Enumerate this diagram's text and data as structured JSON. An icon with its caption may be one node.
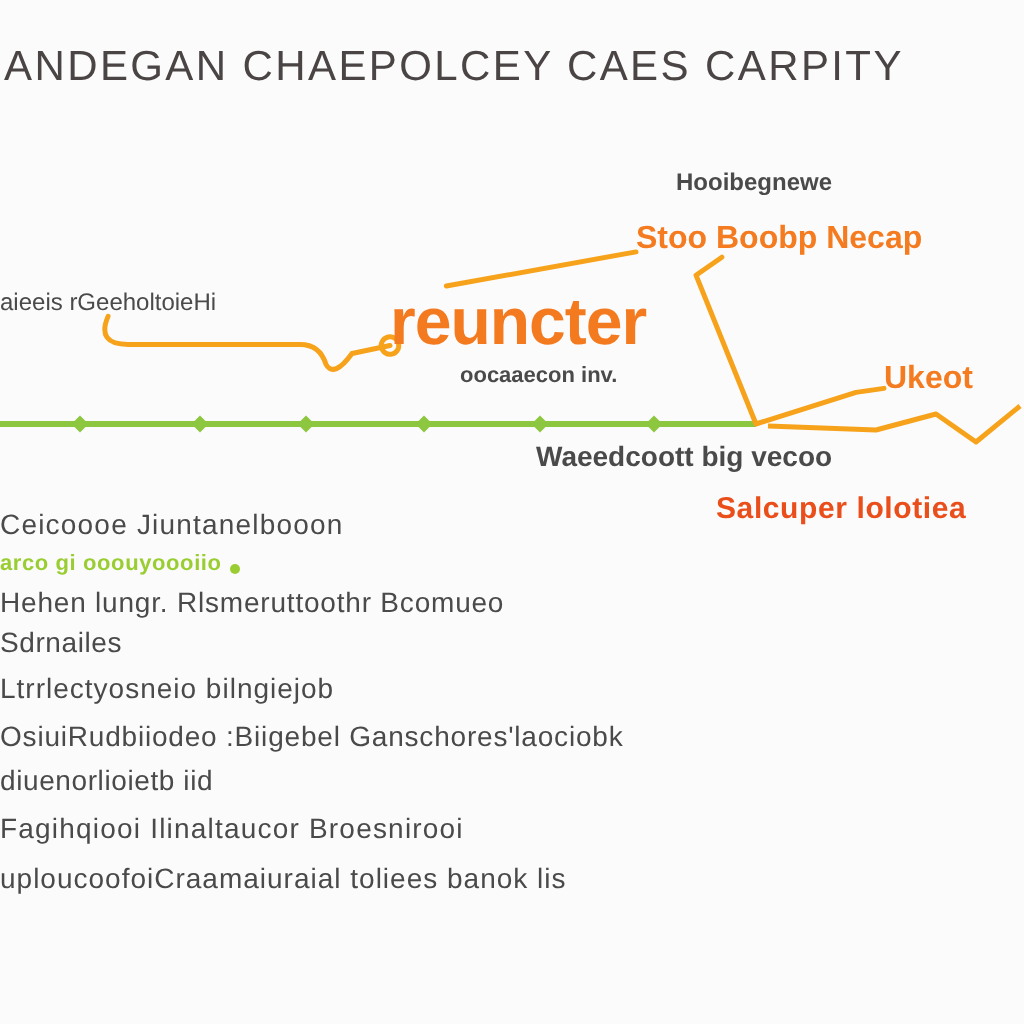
{
  "diagram": {
    "title": "ANDEGAN CHAEPOLCEY CAES CARPITY",
    "nodes": [
      {
        "text": [
          "aieeis rGeeholtoieHi"
        ]
      },
      {
        "text": [
          "reuncter"
        ],
        "beside": [
          "oocaaecon inv."
        ]
      },
      {
        "text": [
          "Stoo Boobp Necap"
        ],
        "beside": [
          "Hooibegnewe"
        ]
      },
      {
        "text": [
          "Ukeot"
        ]
      }
    ],
    "edges": [
      {
        "from": 0,
        "to": 1,
        "arrow": "other"
      },
      {
        "from": 1,
        "to": 2,
        "arrow": "none"
      },
      {
        "from": 2,
        "to": 3,
        "arrow": "none"
      }
    ],
    "labels": [
      "Waeedcoott big vecoo",
      "Salcuper lolotiea",
      "Ceicoooe Jiuntanelbooon",
      "arco gi ooouyoooiio",
      "Hehen lungr. Rlsmeruttoothr Bcomueo",
      "Sdrnailes",
      "Ltrrlectyosneio bilngiejob",
      "OsiuiRudbiiodeo :Biigebel Ganschores'laociobk",
      "diuenorlioietb iid",
      "Fagihqiooi Ilinaltaucor Broesnirooi",
      "uploucoofoiCraamaiuraial toliees banok lis"
    ]
  }
}
